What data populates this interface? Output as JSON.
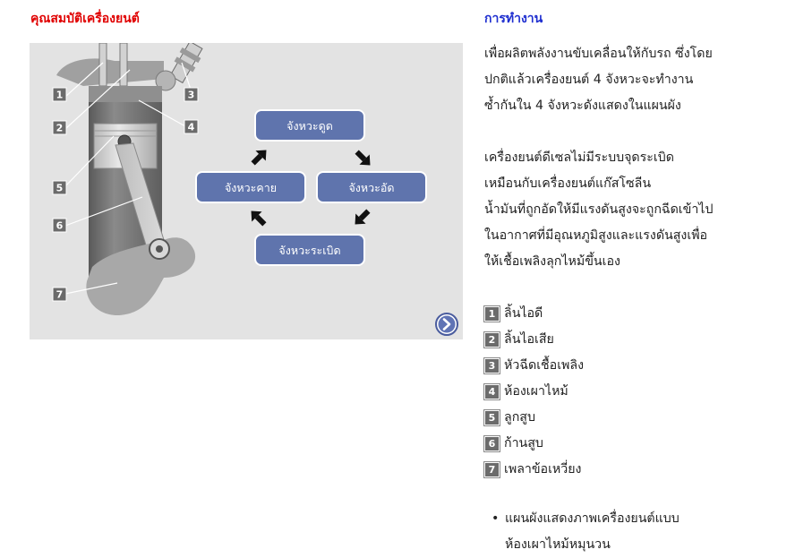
{
  "left_title": "คุณสมบัติเครื่องยนต์",
  "right_title": "การทำงาน",
  "diagram": {
    "callouts": [
      "1",
      "2",
      "3",
      "4",
      "5",
      "6",
      "7"
    ],
    "stages": {
      "intake": "จังหวะดูด",
      "compression": "จังหวะอัด",
      "power": "จังหวะระเบิด",
      "exhaust": "จังหวะคาย"
    },
    "next_icon": "chevron-right-circle-icon"
  },
  "content": {
    "paragraph1": [
      "เพื่อผลิตพลังงานขับเคลื่อนให้กับรถ ซึ่งโดย",
      "ปกติแล้วเครื่องยนต์ 4 จังหวะจะทำงาน",
      "ซ้ำกันใน 4 จังหวะดังแสดงในแผนผัง"
    ],
    "paragraph2": [
      "เครื่องยนต์ดีเซลไม่มีระบบจุดระเบิด",
      "เหมือนกับเครื่องยนต์แก๊สโซลีน",
      "น้ำมันที่ถูกอัดให้มีแรงดันสูงจะถูกฉีดเข้าไป",
      "ในอากาศที่มีอุณหภูมิสูงและแรงดันสูงเพื่อ",
      "ให้เชื้อเพลิงลุกไหม้ขึ้นเอง"
    ],
    "legend": [
      {
        "num": "1",
        "label": "ลิ้นไอดี"
      },
      {
        "num": "2",
        "label": "ลิ้นไอเสีย"
      },
      {
        "num": "3",
        "label": "หัวฉีดเชื้อเพลิง"
      },
      {
        "num": "4",
        "label": "ห้องเผาไหม้"
      },
      {
        "num": "5",
        "label": "ลูกสูบ"
      },
      {
        "num": "6",
        "label": "ก้านสูบ"
      },
      {
        "num": "7",
        "label": "เพลาข้อเหวี่ยง"
      }
    ],
    "bullet": [
      "แผนผังแสดงภาพเครื่องยนต์แบบ",
      "ห้องเผาไหม้หมุนวน"
    ]
  },
  "colors": {
    "left_title": "#e00000",
    "right_title": "#1f2fd0",
    "stage_box": "#5f74ad",
    "panel_bg": "#e3e3e3"
  }
}
